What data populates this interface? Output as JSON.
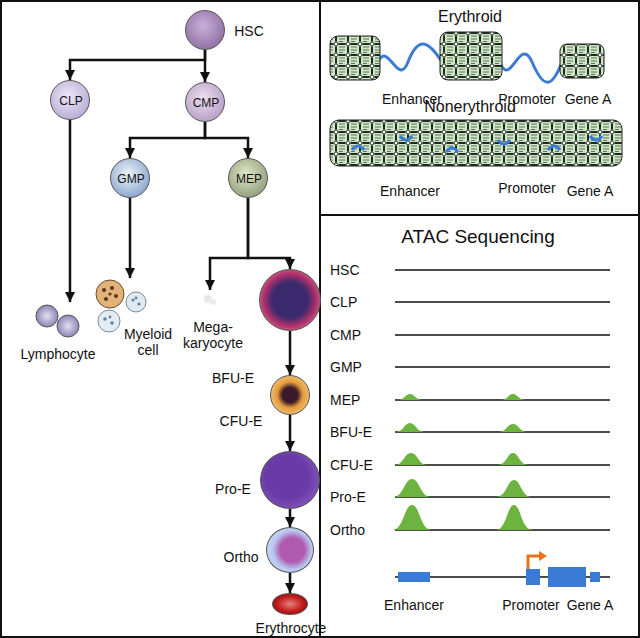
{
  "diagram": {
    "nodes": [
      {
        "text": [
          "HSC"
        ]
      },
      {
        "text": [
          "CLP"
        ]
      },
      {
        "text": [
          "CMP"
        ]
      },
      {
        "text": [
          "GMP"
        ]
      },
      {
        "text": [
          "MEP"
        ]
      },
      {
        "text": [
          "Lymphocyte"
        ]
      },
      {
        "text": [
          "Myeloid cell"
        ]
      },
      {
        "text": [
          "Mega- karyocyte"
        ]
      },
      {
        "text": [
          "BFU-E"
        ]
      },
      {
        "text": [
          "CFU-E"
        ]
      },
      {
        "text": [
          "Pro-E"
        ]
      },
      {
        "text": [
          "Ortho"
        ]
      },
      {
        "text": [
          "Erythrocyte"
        ]
      }
    ],
    "edges": [
      {
        "from": 0,
        "to": 1,
        "arrow": "to"
      },
      {
        "from": 0,
        "to": 2,
        "arrow": "to"
      },
      {
        "from": 1,
        "to": 5,
        "arrow": "to"
      },
      {
        "from": 2,
        "to": 3,
        "arrow": "to"
      },
      {
        "from": 2,
        "to": 4,
        "arrow": "to"
      },
      {
        "from": 3,
        "to": 6,
        "arrow": "to"
      },
      {
        "from": 4,
        "to": 7,
        "arrow": "to"
      },
      {
        "from": 4,
        "to": 8,
        "arrow": "to"
      },
      {
        "from": 8,
        "to": 9,
        "arrow": "to"
      },
      {
        "from": 9,
        "to": 10,
        "arrow": "to"
      },
      {
        "from": 10,
        "to": 11,
        "arrow": "to"
      },
      {
        "from": 11,
        "to": 12,
        "arrow": "to"
      }
    ],
    "labels": [
      "Erythroid",
      "Enhancer",
      "Promoter",
      "Gene A",
      "Nonerythroid",
      "Enhancer",
      "Promoter",
      "Gene A",
      "ATAC Sequencing",
      "HSC",
      "CLP",
      "CMP",
      "GMP",
      "MEP",
      "BFU-E",
      "CFU-E",
      "Pro-E",
      "Ortho",
      "Enhancer",
      "Promoter",
      "Gene A"
    ]
  }
}
